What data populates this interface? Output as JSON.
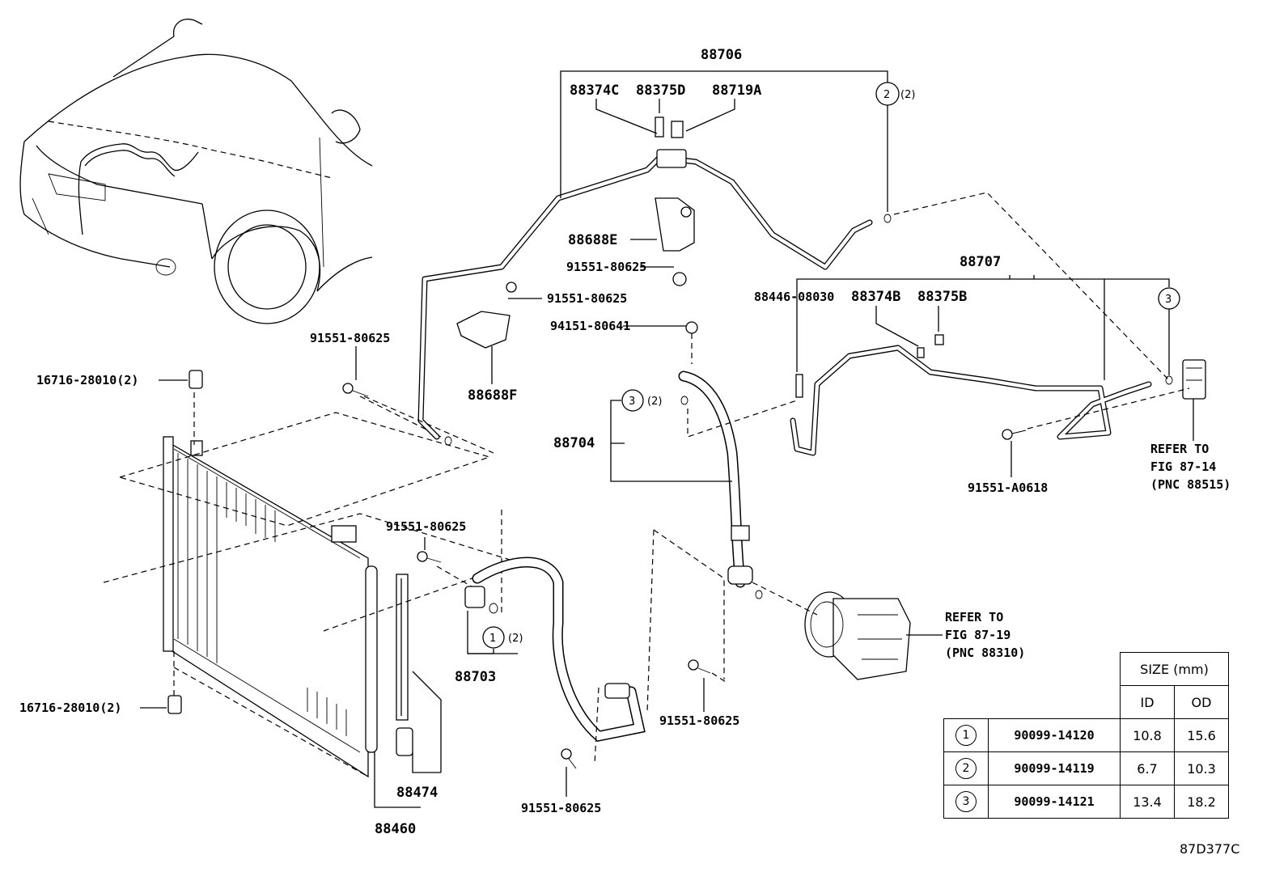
{
  "labels": {
    "hose_88706": "88706",
    "p88374c": "88374C",
    "p88375d": "88375D",
    "p88719a": "88719A",
    "p88688e": "88688E",
    "bolt_a": "91551-80625",
    "bolt_b": "91551-80625",
    "p88688f": "88688F",
    "bolt_c": "91551-80625",
    "cushion_top": "16716-28010(2)",
    "cushion_bottom": "16716-28010(2)",
    "bolt_d": "91551-80625",
    "p88703": "88703",
    "p88474": "88474",
    "p88460": "88460",
    "bolt_e": "91551-80625",
    "bolt_f": "91551-80625",
    "p88704": "88704",
    "nut_94151": "94151-80641",
    "p88707": "88707",
    "p88446": "88446-08030",
    "p88374b": "88374B",
    "p88375b": "88375B",
    "bolt_g": "91551-A0618",
    "qty_2": "(2)",
    "circle_1": "1",
    "circle_2": "2",
    "circle_3": "3"
  },
  "refs": {
    "expansion_valve": [
      "REFER TO",
      "FIG 87-14",
      "(PNC 88515)"
    ],
    "compressor": [
      "REFER TO",
      "FIG 87-19",
      "(PNC 88310)"
    ]
  },
  "size_table": {
    "header": "SIZE (mm)",
    "col_id": "ID",
    "col_od": "OD",
    "rows": [
      {
        "no": "1",
        "part": "90099-14120",
        "id": "10.8",
        "od": "15.6"
      },
      {
        "no": "2",
        "part": "90099-14119",
        "id": "6.7",
        "od": "10.3"
      },
      {
        "no": "3",
        "part": "90099-14121",
        "id": "13.4",
        "od": "18.2"
      }
    ]
  },
  "figure_code": "87D377C"
}
